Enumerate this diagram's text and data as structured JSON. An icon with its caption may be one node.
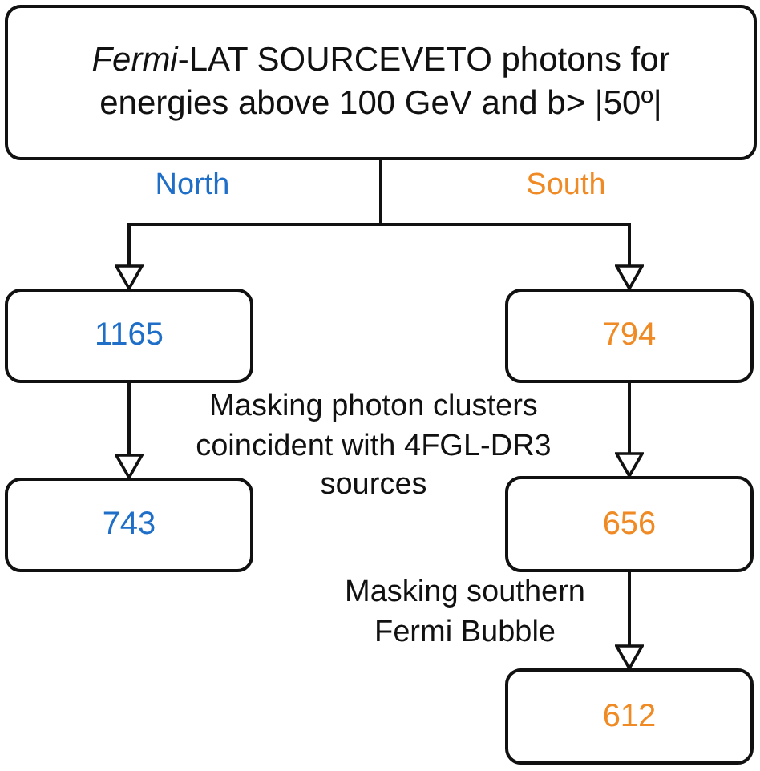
{
  "diagram": {
    "nodes": [
      {
        "text": [
          "*Fermi*-LAT SOURCEVETO photons for energies above 100 GeV and b> |50º|"
        ]
      },
      {
        "text": [
          "1165"
        ]
      },
      {
        "text": [
          "794"
        ]
      },
      {
        "text": [
          "743"
        ]
      },
      {
        "text": [
          "656"
        ]
      },
      {
        "text": [
          "612"
        ]
      }
    ],
    "edges": [
      {
        "from": 0,
        "to": 1,
        "arrow": "to",
        "label": "North"
      },
      {
        "from": 0,
        "to": 2,
        "arrow": "to",
        "label": "South"
      },
      {
        "from": 1,
        "to": 3,
        "arrow": "to"
      },
      {
        "from": 2,
        "to": 4,
        "arrow": "to"
      },
      {
        "from": 4,
        "to": 5,
        "arrow": "to",
        "label": "Masking southern Fermi Bubble"
      }
    ],
    "labels": [
      "Masking photon clusters coincident with 4FGL-DR3 sources"
    ]
  }
}
